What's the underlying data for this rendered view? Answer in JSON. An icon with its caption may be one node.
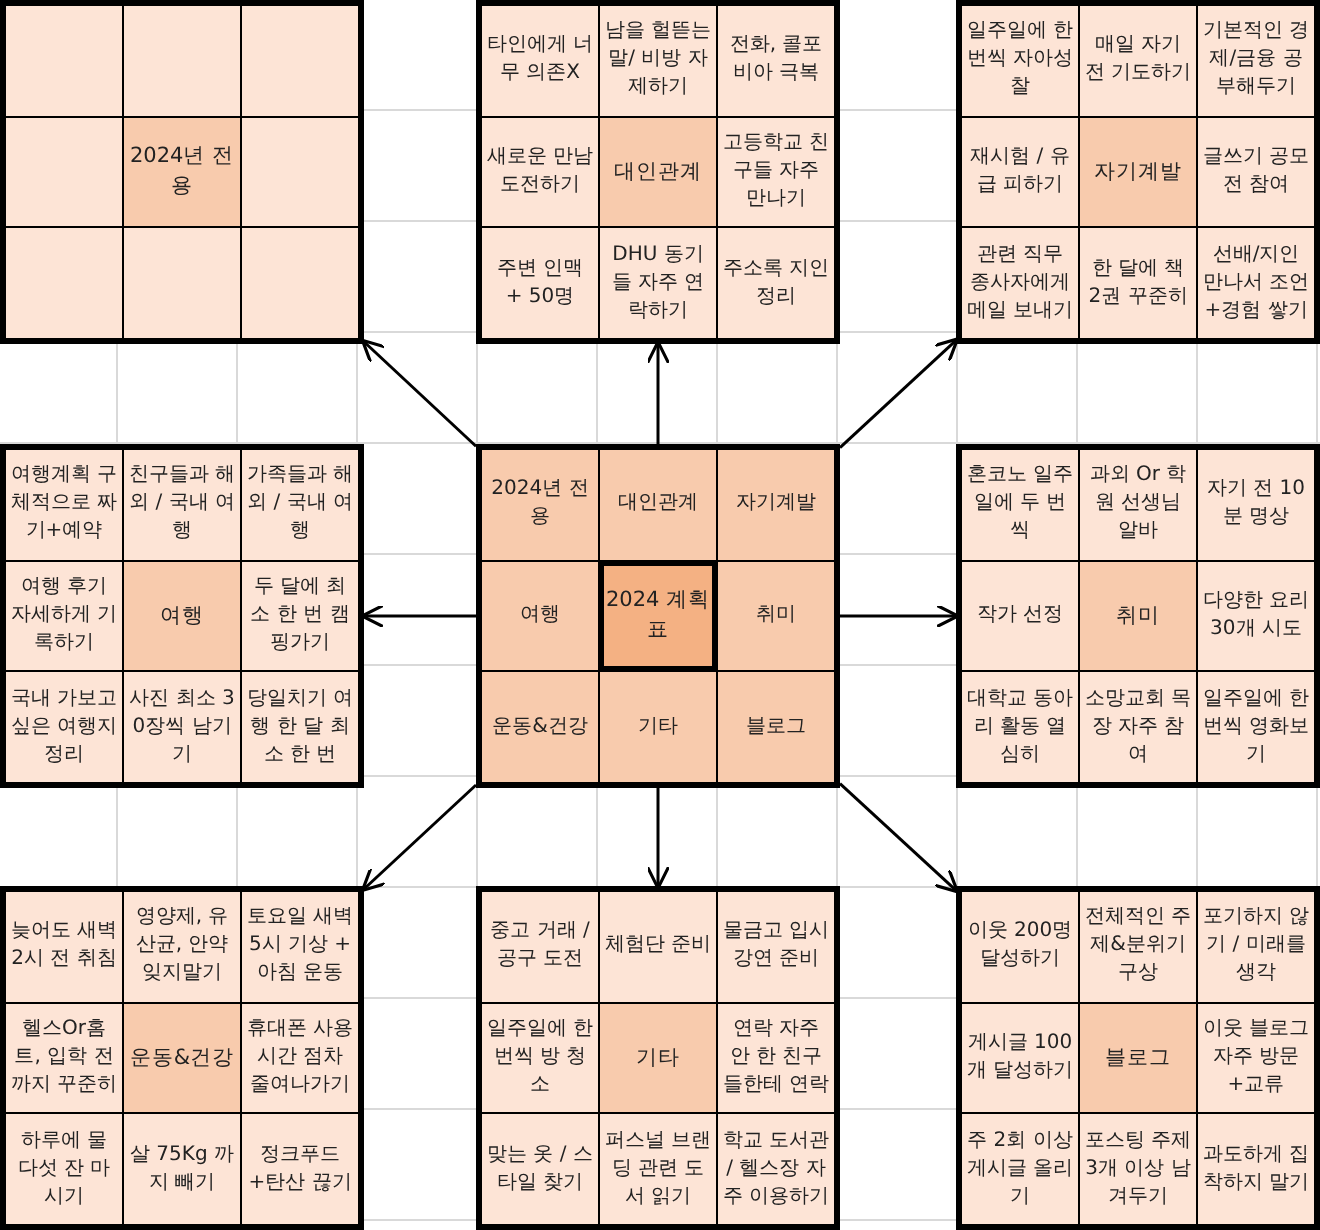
{
  "diagram": {
    "nodes": [
      {
        "text": [],
        "shape": "box"
      },
      {
        "text": [],
        "shape": "box",
        "in": 0
      },
      {
        "text": [],
        "shape": "box",
        "in": 0
      },
      {
        "text": [],
        "shape": "box",
        "in": 0
      },
      {
        "text": [],
        "shape": "box",
        "in": 0
      },
      {
        "text": [
          "2024년 전용"
        ],
        "in": 0
      },
      {
        "text": [],
        "shape": "box",
        "in": 0
      },
      {
        "text": [],
        "shape": "box",
        "in": 0
      },
      {
        "text": [],
        "shape": "box",
        "in": 0
      },
      {
        "text": [],
        "shape": "box",
        "in": 0
      },
      {
        "text": [],
        "shape": "box"
      },
      {
        "text": [
          "타인에게 너무 의존X"
        ],
        "in": 10
      },
      {
        "text": [
          "남을 헐뜯는 말/ 비방 자제하기"
        ],
        "in": 10
      },
      {
        "text": [
          "전화, 콜포비아 극복"
        ],
        "in": 10
      },
      {
        "text": [
          "새로운 만남 도전하기"
        ],
        "in": 10
      },
      {
        "text": [
          "대인관계"
        ],
        "in": 10
      },
      {
        "text": [
          "고등학교 친구들 자주 만나기"
        ],
        "in": 10
      },
      {
        "text": [
          "주변 인맥 + 50명"
        ],
        "in": 10
      },
      {
        "text": [
          "DHU 동기들 자주 연락하기"
        ],
        "in": 10
      },
      {
        "text": [
          "주소록 지인 정리"
        ],
        "in": 10
      },
      {
        "text": [],
        "shape": "box"
      },
      {
        "text": [
          "일주일에 한 번씩 자아성찰"
        ],
        "in": 20
      },
      {
        "text": [
          "매일 자기 전 기도하기"
        ],
        "in": 20
      },
      {
        "text": [
          "기본적인 경제/금융 공부해두기"
        ],
        "in": 20
      },
      {
        "text": [
          "재시험 / 유급 피하기"
        ],
        "in": 20
      },
      {
        "text": [
          "자기계발"
        ],
        "in": 20
      },
      {
        "text": [
          "글쓰기 공모전 참여"
        ],
        "in": 20
      },
      {
        "text": [
          "관련 직무 종사자에게 메일 보내기"
        ],
        "in": 20
      },
      {
        "text": [
          "한 달에 책 2권 꾸준히"
        ],
        "in": 20
      },
      {
        "text": [
          "선배/지인 만나서 조언 +경험 쌓기"
        ],
        "in": 20
      },
      {
        "text": [],
        "shape": "box"
      },
      {
        "text": [
          "여행계획 구체적으로 짜기+예약"
        ],
        "in": 30
      },
      {
        "text": [
          "친구들과 해외 / 국내 여행"
        ],
        "in": 30
      },
      {
        "text": [
          "가족들과 해외 / 국내 여행"
        ],
        "in": 30
      },
      {
        "text": [
          "여행 후기 자세하게 기록하기"
        ],
        "in": 30
      },
      {
        "text": [
          "여행"
        ],
        "in": 30
      },
      {
        "text": [
          "두 달에 최소 한 번 캠핑가기"
        ],
        "in": 30
      },
      {
        "text": [
          "국내 가보고 싶은 여행지 정리"
        ],
        "in": 30
      },
      {
        "text": [
          "사진 최소 30장씩 남기기"
        ],
        "in": 30
      },
      {
        "text": [
          "당일치기 여행 한 달 최소 한 번"
        ],
        "in": 30
      },
      {
        "text": [],
        "shape": "box"
      },
      {
        "text": [
          "2024년 전용"
        ],
        "in": 40
      },
      {
        "text": [
          "대인관계"
        ],
        "in": 40
      },
      {
        "text": [
          "자기계발"
        ],
        "in": 40
      },
      {
        "text": [
          "여행"
        ],
        "in": 40
      },
      {
        "text": [
          "2024 계획표"
        ],
        "in": 40
      },
      {
        "text": [
          "취미"
        ],
        "in": 40
      },
      {
        "text": [
          "운동&건강"
        ],
        "in": 40
      },
      {
        "text": [
          "기타"
        ],
        "in": 40
      },
      {
        "text": [
          "블로그"
        ],
        "in": 40
      },
      {
        "text": [],
        "shape": "box"
      },
      {
        "text": [
          "혼코노 일주일에 두 번씩"
        ],
        "in": 50
      },
      {
        "text": [
          "과외 Or 학원 선생님 알바"
        ],
        "in": 50
      },
      {
        "text": [
          "자기 전 10분 명상"
        ],
        "in": 50
      },
      {
        "text": [
          "작가 선정"
        ],
        "in": 50
      },
      {
        "text": [
          "취미"
        ],
        "in": 50
      },
      {
        "text": [
          "다양한 요리 30개 시도"
        ],
        "in": 50
      },
      {
        "text": [
          "대학교 동아리 활동 열심히"
        ],
        "in": 50
      },
      {
        "text": [
          "소망교회 목장 자주 참여"
        ],
        "in": 50
      },
      {
        "text": [
          "일주일에 한 번씩 영화보기"
        ],
        "in": 50
      },
      {
        "text": [],
        "shape": "box"
      },
      {
        "text": [
          "늦어도 새벽 2시 전 취침"
        ],
        "in": 60
      },
      {
        "text": [
          "영양제, 유산균, 안약 잊지말기"
        ],
        "in": 60
      },
      {
        "text": [
          "토요일 새벽 5시 기상 + 아침 운동"
        ],
        "in": 60
      },
      {
        "text": [
          "헬스Or홈트, 입학 전까지 꾸준히"
        ],
        "in": 60
      },
      {
        "text": [
          "운동&건강"
        ],
        "in": 60
      },
      {
        "text": [
          "휴대폰 사용 시간 점차 줄여나가기"
        ],
        "in": 60
      },
      {
        "text": [
          "하루에 물 다섯 잔 마시기"
        ],
        "in": 60
      },
      {
        "text": [
          "살 75Kg 까지 빼기"
        ],
        "in": 60
      },
      {
        "text": [
          "정크푸드+탄산 끊기"
        ],
        "in": 60
      },
      {
        "text": [],
        "shape": "box"
      },
      {
        "text": [
          "중고 거래 / 공구 도전"
        ],
        "in": 70
      },
      {
        "text": [
          "체험단 준비"
        ],
        "in": 70
      },
      {
        "text": [
          "물금고 입시 강연 준비"
        ],
        "in": 70
      },
      {
        "text": [
          "일주일에 한 번씩 방 청소"
        ],
        "in": 70
      },
      {
        "text": [
          "기타"
        ],
        "in": 70
      },
      {
        "text": [
          "연락 자주 안 한 친구들한테 연락"
        ],
        "in": 70
      },
      {
        "text": [
          "맞는 옷 / 스타일 찾기"
        ],
        "in": 70
      },
      {
        "text": [
          "퍼스널 브랜딩 관련 도서 읽기"
        ],
        "in": 70
      },
      {
        "text": [
          "학교 도서관 / 헬스장 자주 이용하기"
        ],
        "in": 70
      },
      {
        "text": [],
        "shape": "box"
      },
      {
        "text": [
          "이웃 200명 달성하기"
        ],
        "in": 80
      },
      {
        "text": [
          "전체적인 주제&분위기 구상"
        ],
        "in": 80
      },
      {
        "text": [
          "포기하지 않기 / 미래를 생각"
        ],
        "in": 80
      },
      {
        "text": [
          "게시글 100개 달성하기"
        ],
        "in": 80
      },
      {
        "text": [
          "블로그"
        ],
        "in": 80
      },
      {
        "text": [
          "이웃 블로그 자주 방문+교류"
        ],
        "in": 80
      },
      {
        "text": [
          "주 2회 이상 게시글 올리기"
        ],
        "in": 80
      },
      {
        "text": [
          "포스팅 주제 3개 이상 남겨두기"
        ],
        "in": 80
      },
      {
        "text": [
          "과도하게 집착하지 말기"
        ],
        "in": 80
      }
    ],
    "edges": [
      {
        "from": 40,
        "to": 0,
        "arrow": "to"
      },
      {
        "from": 40,
        "to": 10,
        "arrow": "to"
      },
      {
        "from": 40,
        "to": 20,
        "arrow": "to"
      },
      {
        "from": 40,
        "to": 30,
        "arrow": "to"
      },
      {
        "from": 40,
        "to": 50,
        "arrow": "to"
      },
      {
        "from": 40,
        "to": 60,
        "arrow": "to"
      },
      {
        "from": 40,
        "to": 70,
        "arrow": "to"
      },
      {
        "from": 40,
        "to": 80,
        "arrow": "to"
      }
    ]
  }
}
